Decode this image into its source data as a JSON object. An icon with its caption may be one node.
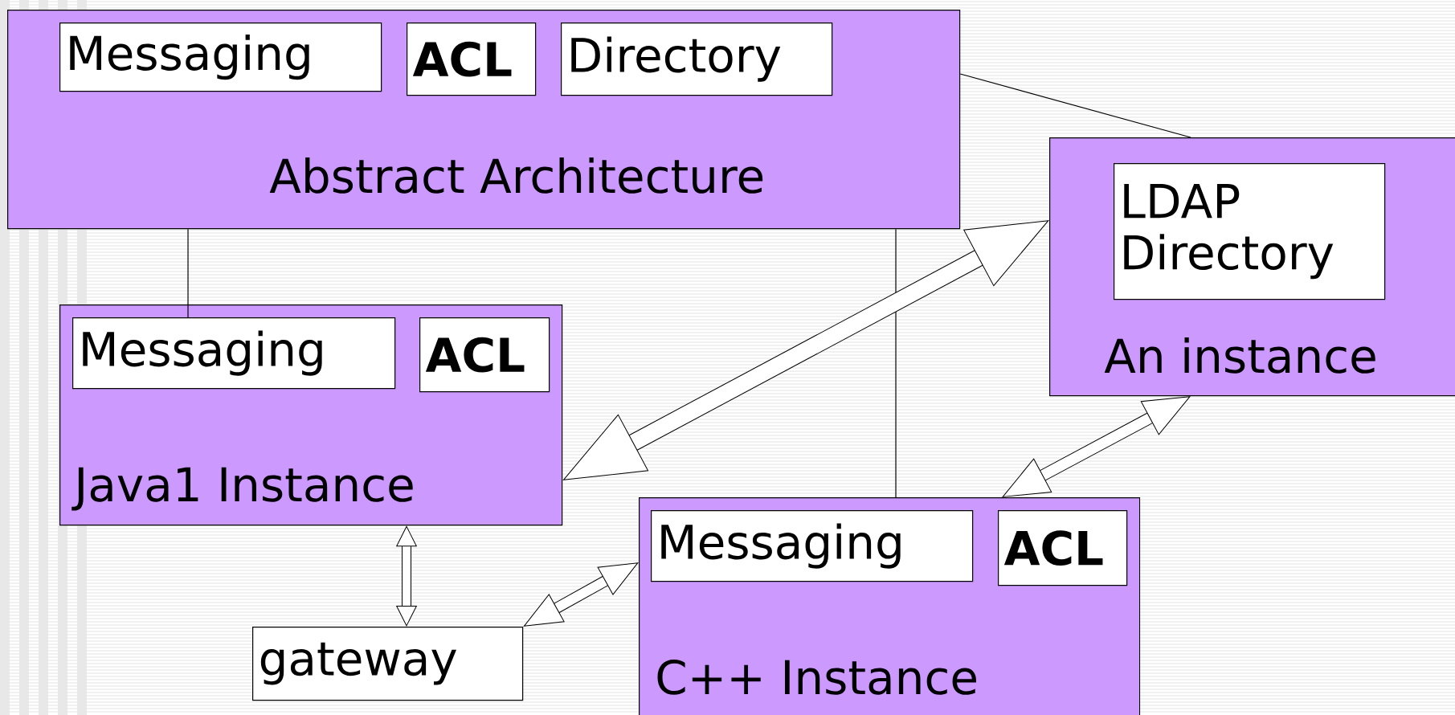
{
  "diagram": {
    "nodes": [
      {
        "text": [
          "Abstract Architecture"
        ]
      },
      {
        "text": [
          "Messaging"
        ],
        "in": 0
      },
      {
        "text": [
          "ACL"
        ],
        "in": 0
      },
      {
        "text": [
          "Directory"
        ],
        "in": 0
      },
      {
        "text": [
          "An instance"
        ]
      },
      {
        "text": [
          "LDAP Directory"
        ],
        "in": 4
      },
      {
        "text": [
          "Java1 Instance"
        ]
      },
      {
        "text": [
          "Messaging"
        ],
        "in": 6
      },
      {
        "text": [
          "ACL"
        ],
        "in": 6
      },
      {
        "text": [
          "C++ Instance"
        ]
      },
      {
        "text": [
          "Messaging"
        ],
        "in": 9
      },
      {
        "text": [
          "ACL"
        ],
        "in": 9
      },
      {
        "text": [
          "gateway"
        ]
      }
    ],
    "edges": [
      {
        "from": 0,
        "to": 4,
        "arrow": "none"
      },
      {
        "from": 0,
        "to": 7,
        "arrow": "none"
      },
      {
        "from": 0,
        "to": 9,
        "arrow": "none"
      },
      {
        "from": 6,
        "to": 4,
        "arrow": "both",
        "style": "thick"
      },
      {
        "from": 4,
        "to": 9,
        "arrow": "both"
      },
      {
        "from": 6,
        "to": 12,
        "arrow": "both"
      },
      {
        "from": 12,
        "to": 9,
        "arrow": "both"
      }
    ]
  }
}
